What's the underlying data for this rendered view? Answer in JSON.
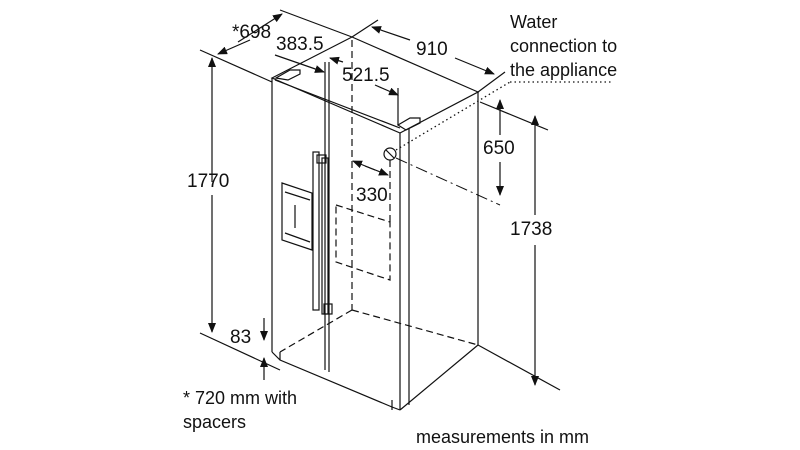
{
  "dimensions": {
    "depth_star": "*698",
    "width_half": "383.5",
    "total_width": "910",
    "offset_water": "521.5",
    "water_height_from_top": "650",
    "water_depth": "330",
    "height_total": "1770",
    "height_body": "1738",
    "foot_height": "83"
  },
  "notes": {
    "water_line1": "Water",
    "water_line2": "connection to",
    "water_line3": "the appliance",
    "spacers_line1": "* 720 mm with",
    "spacers_line2": "spacers",
    "units": "measurements in mm"
  }
}
